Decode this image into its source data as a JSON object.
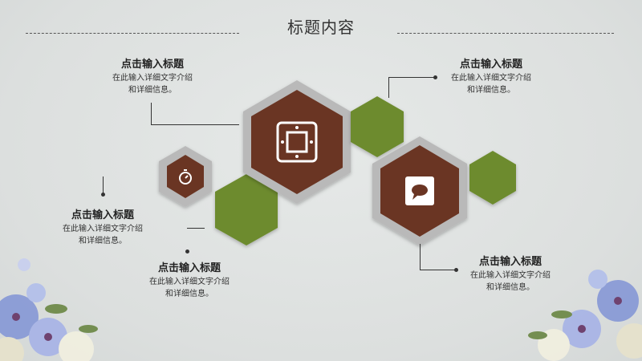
{
  "slide": {
    "title": "标题内容",
    "blocks": [
      {
        "heading": "点击输入标题",
        "line1": "在此输入详细文字介绍",
        "line2": "和详细信息。"
      },
      {
        "heading": "点击输入标题",
        "line1": "在此输入详细文字介绍",
        "line2": "和详细信息。"
      },
      {
        "heading": "点击输入标题",
        "line1": "在此输入详细文字介绍",
        "line2": "和详细信息。"
      },
      {
        "heading": "点击输入标题",
        "line1": "在此输入详细文字介绍",
        "line2": "和详细信息。"
      },
      {
        "heading": "点击输入标题",
        "line1": "在此输入详细文字介绍",
        "line2": "和详细信息。"
      }
    ]
  },
  "colors": {
    "brown": "#6a3523",
    "green": "#6d8b2e",
    "frame": "#b9b9b9"
  },
  "icons": [
    "stopwatch-icon",
    "square-frame-icon",
    "chat-stamp-icon"
  ]
}
